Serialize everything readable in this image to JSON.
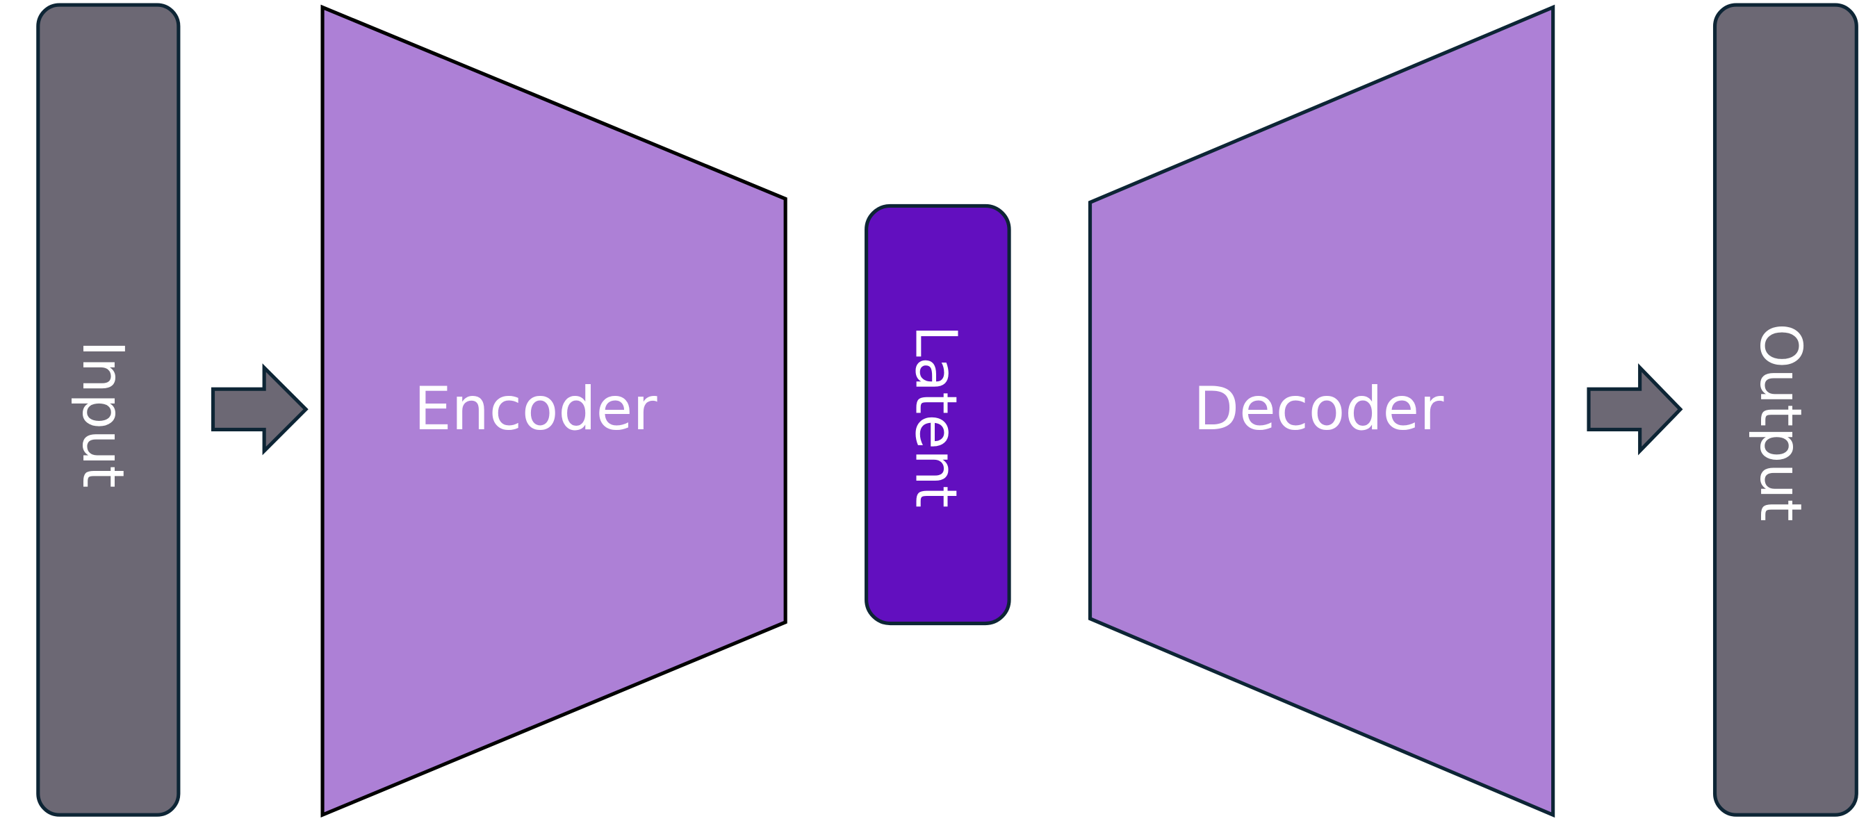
{
  "diagram": {
    "input_label": "Input",
    "encoder_label": "Encoder",
    "latent_label": "Latent",
    "decoder_label": "Decoder",
    "output_label": "Output"
  },
  "colors": {
    "io_fill": "#6c6874",
    "coder_fill": "#ad80d6",
    "latent_fill": "#620fbf",
    "stroke": "#0d2535",
    "text": "#ffffff"
  }
}
